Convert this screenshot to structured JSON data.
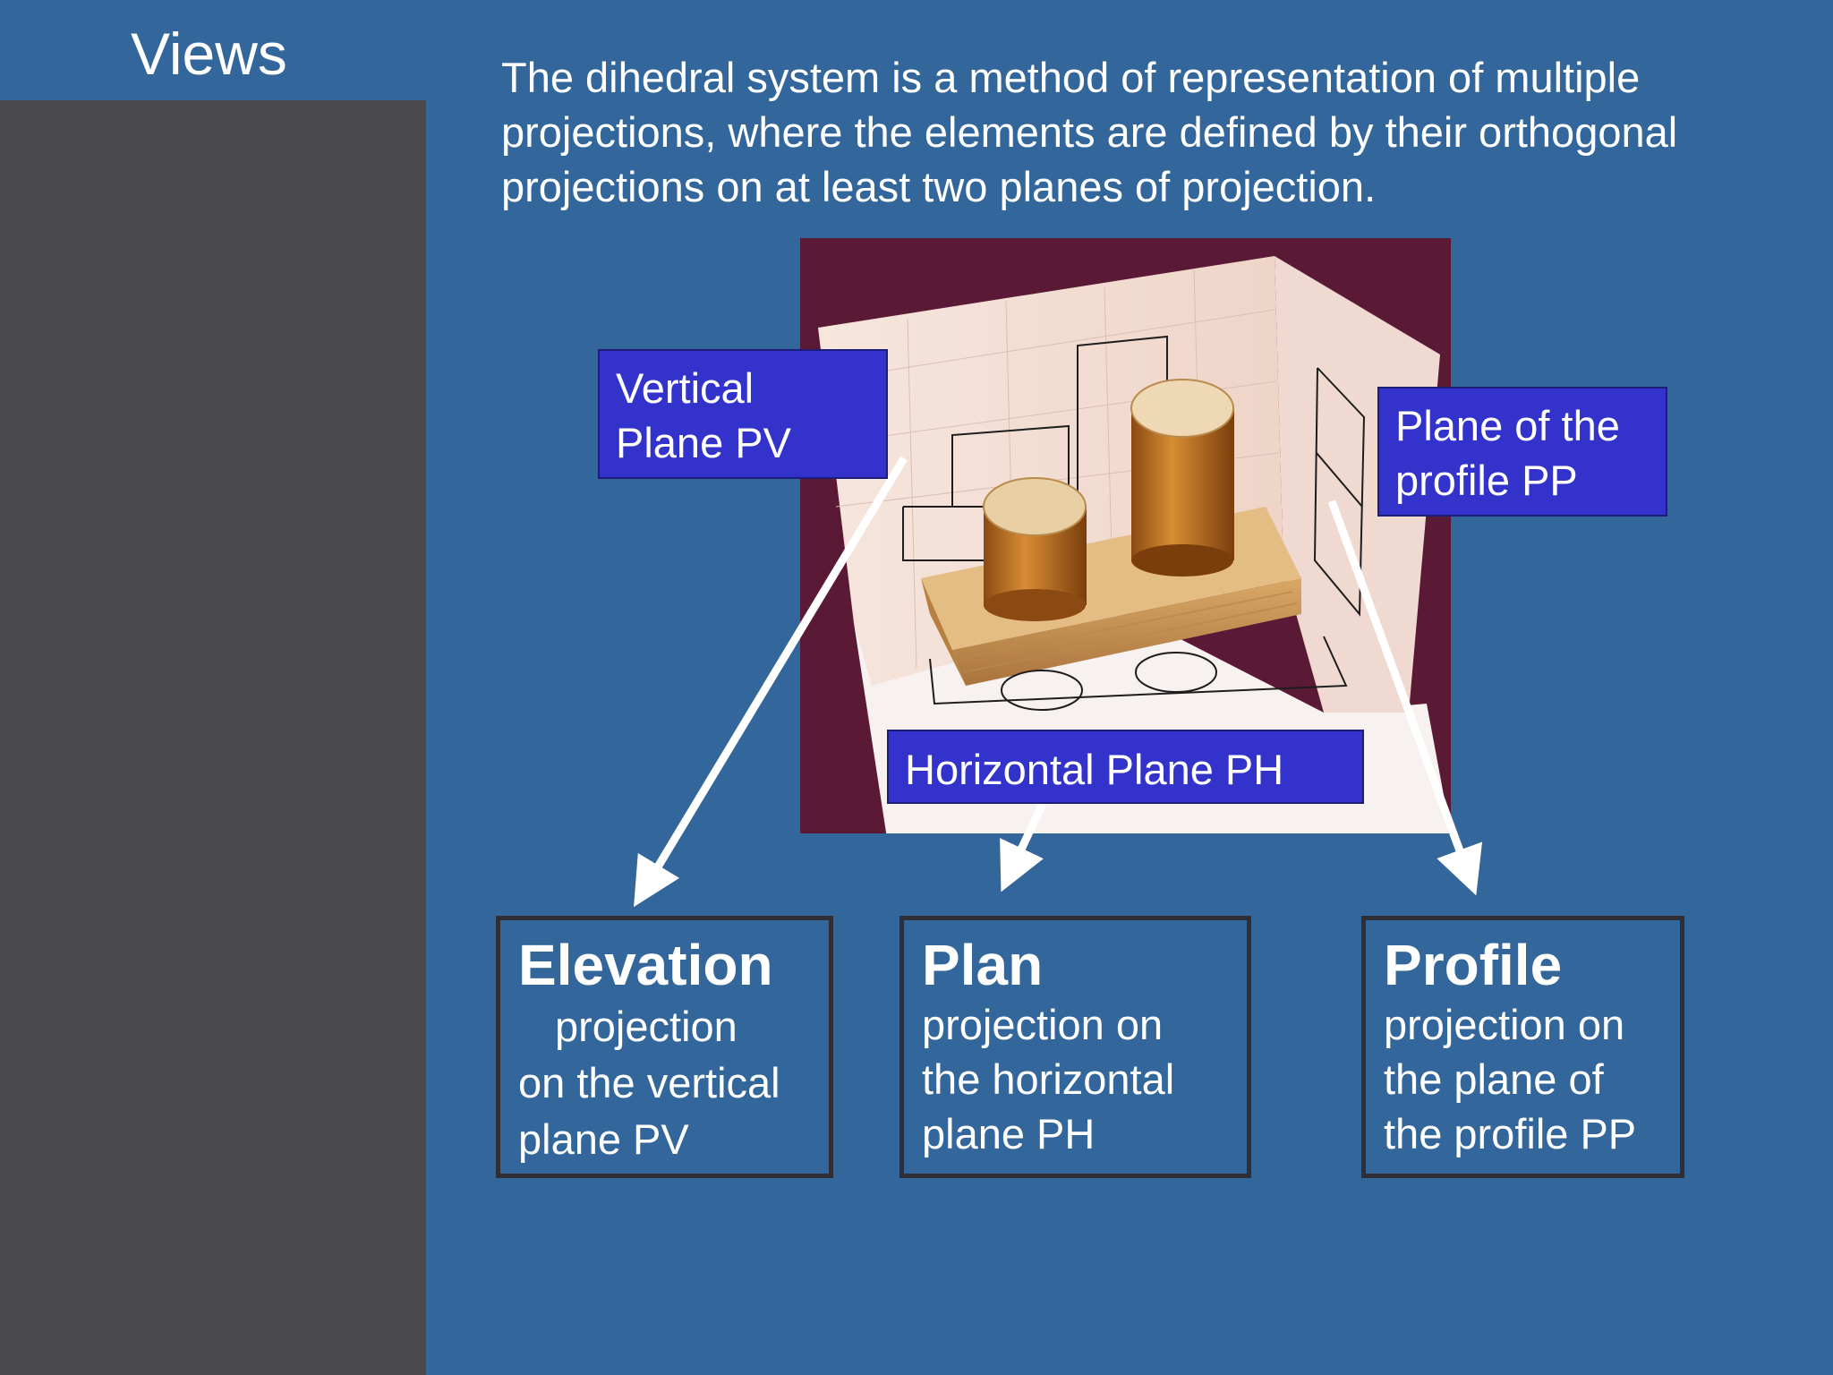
{
  "slide": {
    "title": "Views",
    "intro": "The dihedral system is a method of representation of multiple projections, where the elements are defined by their orthogonal projections on at least two planes of projection."
  },
  "labels": {
    "vertical_line1": "Vertical",
    "vertical_line2": "Plane PV",
    "profile_line1": "Plane of the",
    "profile_line2": "profile PP",
    "horizontal": "Horizontal Plane PH"
  },
  "views": {
    "elevation": {
      "heading": "Elevation",
      "line1": "projection",
      "line2": "on the vertical",
      "line3": "plane PV"
    },
    "plan": {
      "heading": "Plan",
      "line1": "projection on",
      "line2": "the horizontal",
      "line3": "plane PH"
    },
    "profile": {
      "heading": "Profile",
      "line1": "projection on",
      "line2": "the plane of",
      "line3": "the profile PP"
    }
  },
  "colors": {
    "background": "#33669a",
    "sidebar": "#4a494b",
    "label_fill": "#3333cc",
    "box_border": "#2e2e34",
    "photo_backdrop": "#5a1a36"
  }
}
